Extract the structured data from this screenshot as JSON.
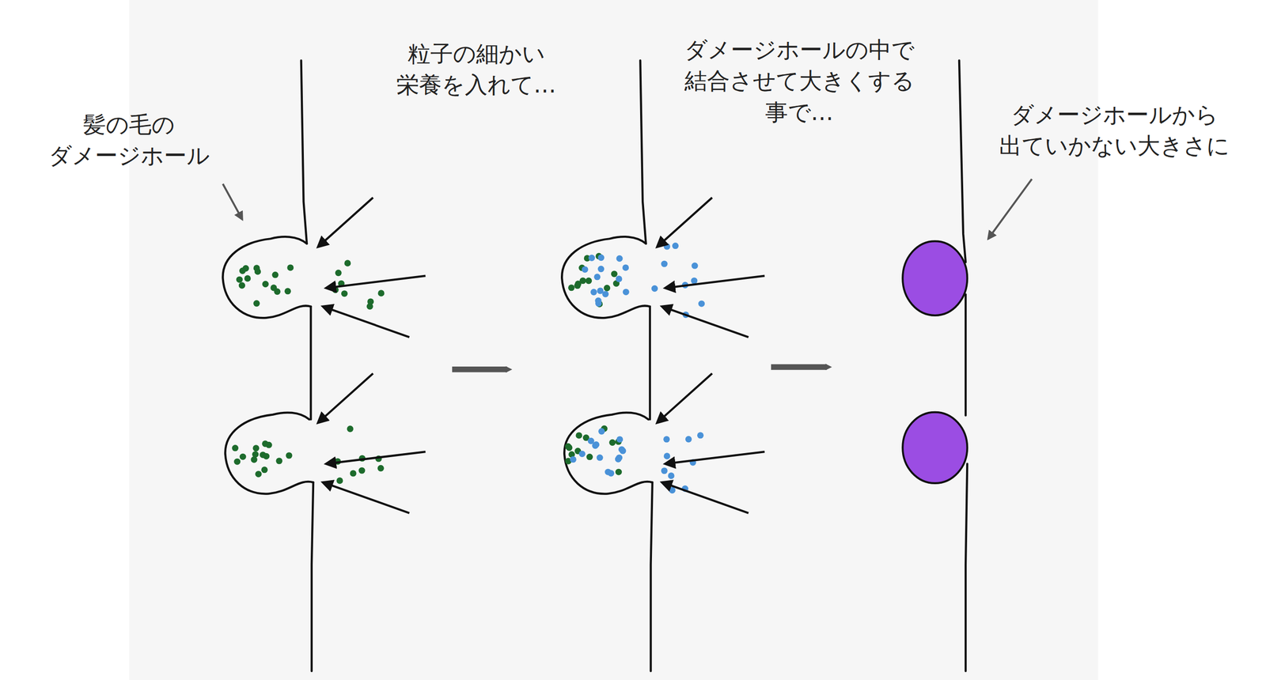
{
  "diagram": {
    "labels": [
      "髪の毛の ダメージホール",
      "粒子の細かい 栄養を入れて…",
      "ダメージホールの中で 結合させて大きくする 事で…",
      "ダメージホールから 出ていかない大きさに"
    ]
  }
}
